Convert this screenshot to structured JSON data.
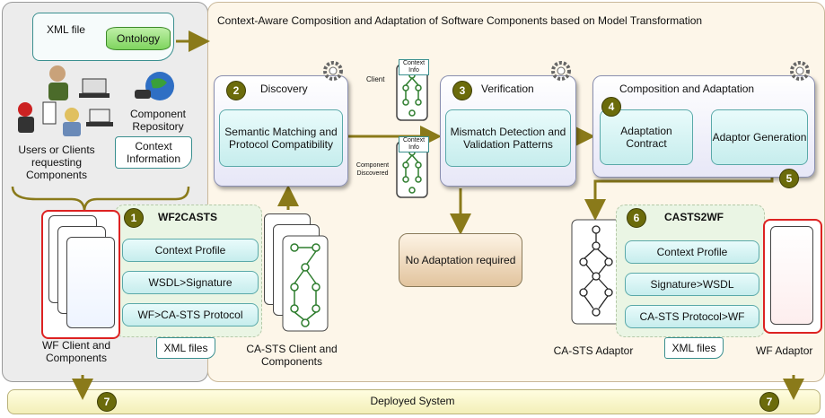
{
  "title": "Context-Aware Composition and Adaptation of Software Components based on Model Transformation",
  "inputs": {
    "xml_file": "XML file",
    "ontology": "Ontology",
    "users_label": "Users or Clients requesting Components",
    "component_repository": "Component Repository",
    "context_information": "Context Information"
  },
  "discovery": {
    "number": "2",
    "title": "Discovery",
    "task": "Semantic Matching and Protocol Compatibility"
  },
  "verification": {
    "number": "3",
    "title": "Verification",
    "task": "Mismatch Detection and Validation Patterns"
  },
  "composition": {
    "title": "Composition and Adaptation",
    "contract_number": "4",
    "contract": "Adaptation Contract",
    "generation": "Adaptor Generation",
    "generation_number": "5"
  },
  "middle": {
    "client": "Client",
    "context_info_1": "Context Info",
    "context_info_2": "Context Info",
    "component_discovered": "Component Discovered",
    "no_adaptation": "No Adaptation required"
  },
  "wf2casts": {
    "number": "1",
    "title": "WF2CASTS",
    "items": [
      "Context Profile",
      "WSDL>Signature",
      "WF>CA-STS Protocol"
    ],
    "xml_files": "XML files"
  },
  "casts2wf": {
    "number": "6",
    "title": "CASTS2WF",
    "items": [
      "Context Profile",
      "Signature>WSDL",
      "CA-STS Protocol>WF"
    ],
    "xml_files": "XML files"
  },
  "bottom_labels": {
    "wf_client": "WF Client and Components",
    "casts_client": "CA-STS Client and Components",
    "casts_adaptor": "CA-STS Adaptor",
    "wf_adaptor": "WF Adaptor"
  },
  "deployed": {
    "label": "Deployed System",
    "number": "7"
  },
  "colors": {
    "panel_bg": "#fdf6e9",
    "left_bg": "#eeeeee",
    "accent_arrow": "#8a7a1a",
    "step_badge": "#6b6b0b",
    "pill_border": "#5aa9a9"
  }
}
